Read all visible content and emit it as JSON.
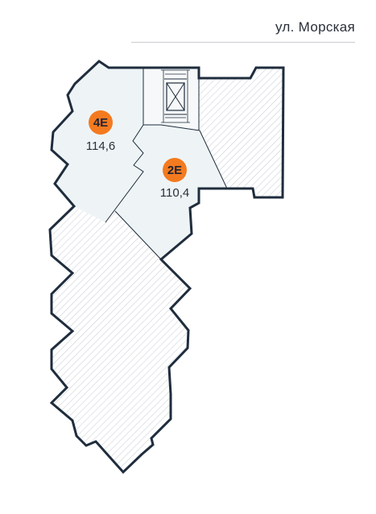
{
  "street": {
    "label": "ул. Морская"
  },
  "units": [
    {
      "id": "4E",
      "area": "114,6"
    },
    {
      "id": "2E",
      "area": "110,4"
    }
  ],
  "colors": {
    "outline": "#1f2d3d",
    "unit_fill": "#eef4f6",
    "hatch": "#c5cad1",
    "badge": "#f47a1f"
  }
}
